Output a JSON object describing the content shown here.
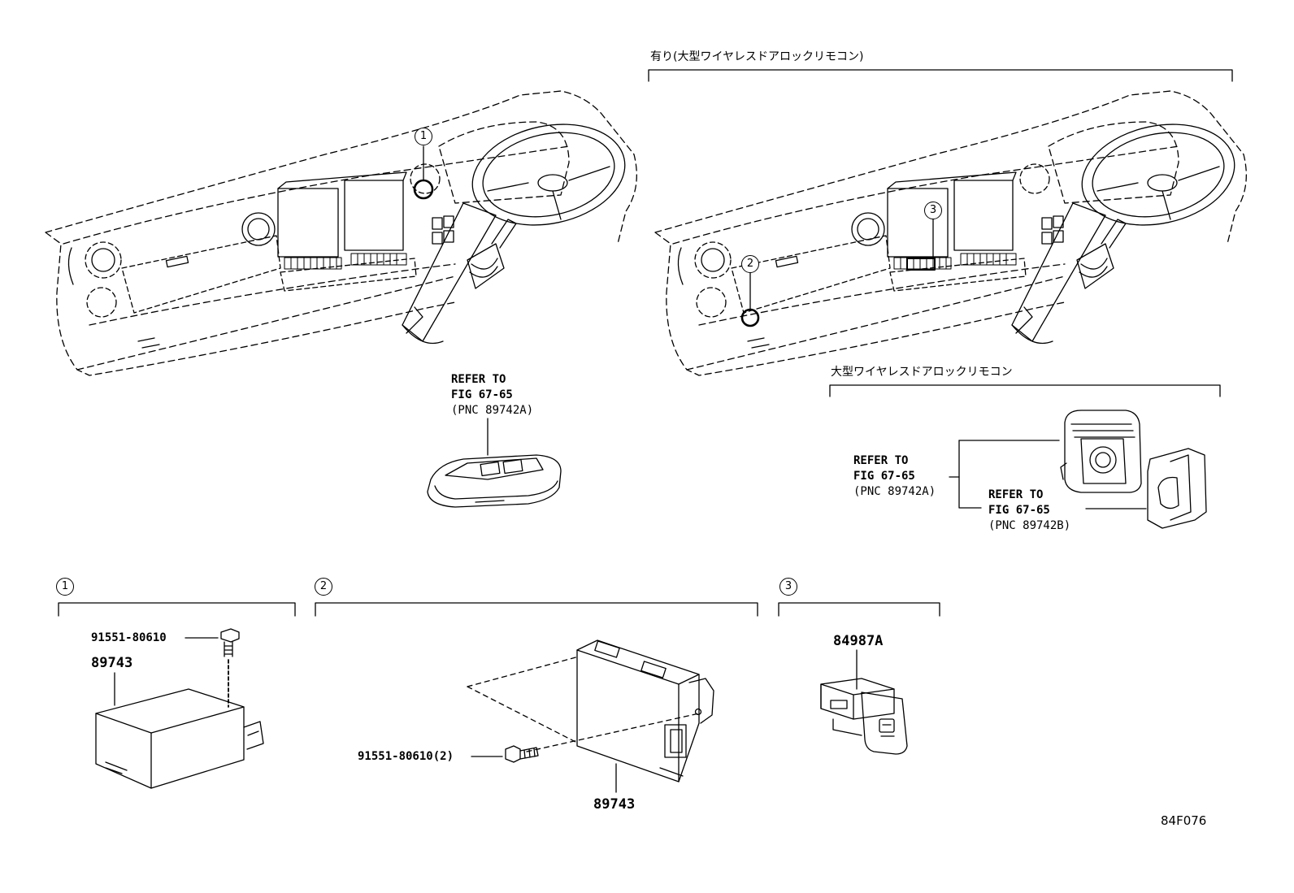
{
  "callouts": {
    "one": "1",
    "two": "2",
    "three": "3"
  },
  "headers": {
    "with_remote": "有り(大型ワイヤレスドアロックリモコン)",
    "remote_group": "大型ワイヤレスドアロックリモコン"
  },
  "refs": {
    "fob": [
      "REFER TO",
      "FIG 67-65",
      "(PNC 89742A)"
    ],
    "remote_a": [
      "REFER TO",
      "FIG 67-65",
      "(PNC 89742A)"
    ],
    "remote_b": [
      "REFER TO",
      "FIG 67-65",
      "(PNC 89742B)"
    ]
  },
  "parts": {
    "bolt_1": "91551-80610",
    "ecu_1": "89743",
    "bolt_2": "91551-80610(2)",
    "ecu_2": "89743",
    "switch_3": "84987A"
  },
  "diagram_code": "84F076"
}
